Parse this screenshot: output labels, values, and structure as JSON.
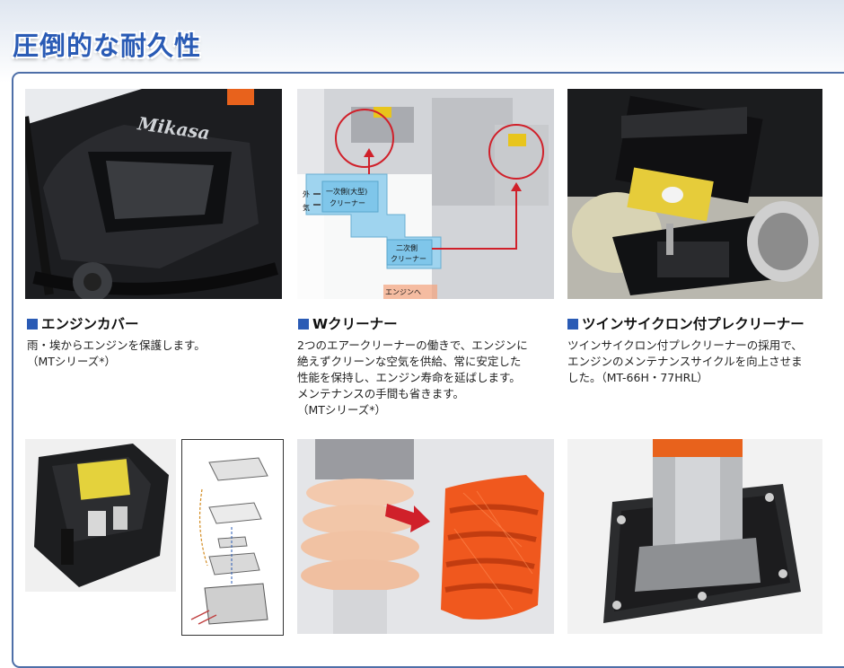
{
  "page": {
    "title": "圧倒的な耐久性"
  },
  "features": [
    {
      "heading": "エンジンカバー",
      "desc": [
        "雨・埃からエンジンを保護します。",
        "（MTシリーズ*）"
      ],
      "photo_logo": "Mikasa"
    },
    {
      "heading": "Wクリーナー",
      "desc": [
        "2つのエアークリーナーの働きで、エンジンに",
        "絶えずクリーンな空気を供給、常に安定した",
        "性能を保持し、エンジン寿命を延ばします。",
        "メンテナンスの手間も省きます。",
        "（MTシリーズ*）"
      ],
      "diagram": {
        "outside_air": [
          "外",
          "気"
        ],
        "primary_cleaner": [
          "一次側(大型)",
          "クリーナー"
        ],
        "secondary_cleaner": [
          "二次側",
          "クリーナー"
        ],
        "to_engine": "エンジンへ"
      }
    },
    {
      "heading": "ツインサイクロン付プレクリーナー",
      "desc": [
        "ツインサイクロン付プレクリーナーの採用で、",
        "エンジンのメンテナンスサイクルを向上させま",
        "した。（MT-66H・77HRL）"
      ]
    }
  ],
  "colors": {
    "accent": "#2a5bb5",
    "panel_border": "#4e6fa8",
    "callout": "#d0202a",
    "bellows": "#f0581e",
    "diagram_fill": "#9fd4ef"
  }
}
